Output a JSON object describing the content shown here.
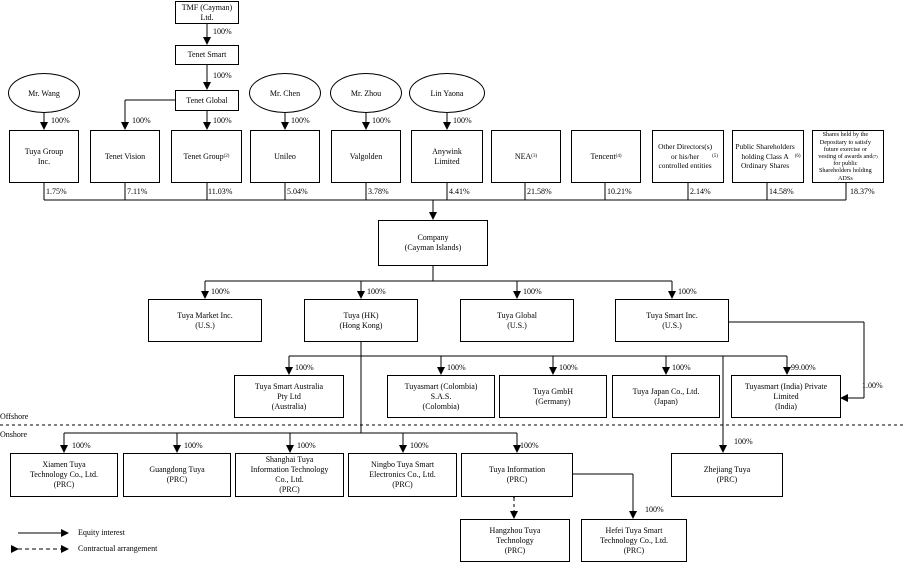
{
  "shareholders": {
    "tmf": "TMF (Cayman)\nLtd.",
    "tenet_smart": "Tenet Smart",
    "tenet_global": "Tenet Global",
    "mr_wang": "Mr. Wang",
    "mr_chen": "Mr. Chen",
    "mr_zhou": "Mr. Zhou",
    "lin_yaona": "Lin Yaona",
    "tuya_group": "Tuya Group\nInc.",
    "tenet_vision": "Tenet Vision",
    "tenet_group": "Tenet Group",
    "tenet_group_note": "(2)",
    "unileo": "Unileo",
    "valgolden": "Valgolden",
    "anywink": "Anywink\nLimited",
    "nea": "NEA",
    "nea_note": "(3)",
    "tencent": "Tencent",
    "tencent_note": "(4)",
    "other_directors": "Other Directors(s)\nor his/her\ncontrolled entities",
    "other_directors_note": "(5)",
    "public_shareholders": "Public Shareholders\nholding Class A\nOrdinary Shares",
    "public_shareholders_note": "(6)",
    "depositary_shares": "Shares held by the\nDepositary to satisfy\nfuture exercise or\nvesting of awards and\nfor public\nShareholders holding\nADSs",
    "depositary_shares_note": "(7)"
  },
  "ownership": {
    "tmf_to_tenet_smart": "100%",
    "tenet_smart_to_global": "100%",
    "tenet_global_to_vision": "100%",
    "tenet_global_to_group": "100%",
    "wang_to_tuya_group": "100%",
    "chen_to_unileo": "100%",
    "zhou_to_valgolden": "100%",
    "lin_to_anywink": "100%",
    "tuya_group_pct": "1.75%",
    "tenet_vision_pct": "7.11%",
    "tenet_group_pct": "11.03%",
    "unileo_pct": "5.04%",
    "valgolden_pct": "3.78%",
    "anywink_pct": "4.41%",
    "nea_pct": "21.58%",
    "tencent_pct": "10.21%",
    "other_directors_pct": "2.14%",
    "public_pct": "14.58%",
    "depositary_pct": "18.37%"
  },
  "company": "Company\n(Cayman Islands)",
  "first_tier": {
    "market": "Tuya Market Inc.\n(U.S.)",
    "hk": "Tuya (HK)\n(Hong Kong)",
    "global": "Tuya Global\n(U.S.)",
    "smart_inc": "Tuya Smart Inc.\n(U.S.)",
    "market_pct": "100%",
    "hk_pct": "100%",
    "global_pct": "100%",
    "smart_inc_pct": "100%"
  },
  "offshore_subs": {
    "australia": "Tuya Smart Australia\nPty Ltd\n(Australia)",
    "colombia": "Tuyasmart (Colombia)\nS.A.S.\n(Colombia)",
    "germany": "Tuya GmbH\n(Germany)",
    "japan": "Tuya Japan Co., Ltd.\n(Japan)",
    "india": "Tuyasmart (India) Private\nLimited\n(India)",
    "australia_pct": "100%",
    "colombia_pct": "100%",
    "germany_pct": "100%",
    "japan_pct": "100%",
    "india_pct": "99.00%",
    "india_smart_inc_pct": "1.00%"
  },
  "zones": {
    "offshore": "Offshore",
    "onshore": "Onshore"
  },
  "onshore_subs": {
    "xiamen": "Xiamen Tuya\nTechnology Co., Ltd.\n(PRC)",
    "guangdong": "Guangdong Tuya\n(PRC)",
    "shanghai": "Shanghai Tuya\nInformation Technology\nCo., Ltd.\n(PRC)",
    "ningbo": "Ningbo Tuya Smart\nElectronics Co., Ltd.\n(PRC)",
    "information": "Tuya Information\n(PRC)",
    "zhejiang": "Zhejiang Tuya\n(PRC)",
    "hangzhou": "Hangzhou Tuya\nTechnology\n(PRC)",
    "hefei": "Hefei Tuya Smart\nTechnology Co., Ltd.\n(PRC)",
    "xiamen_pct": "100%",
    "guangdong_pct": "100%",
    "shanghai_pct": "100%",
    "ningbo_pct": "100%",
    "information_pct": "100%",
    "zhejiang_pct": "100%",
    "hefei_pct": "100%"
  },
  "legend": {
    "equity": "Equity interest",
    "contractual": "Contractual arrangement"
  }
}
